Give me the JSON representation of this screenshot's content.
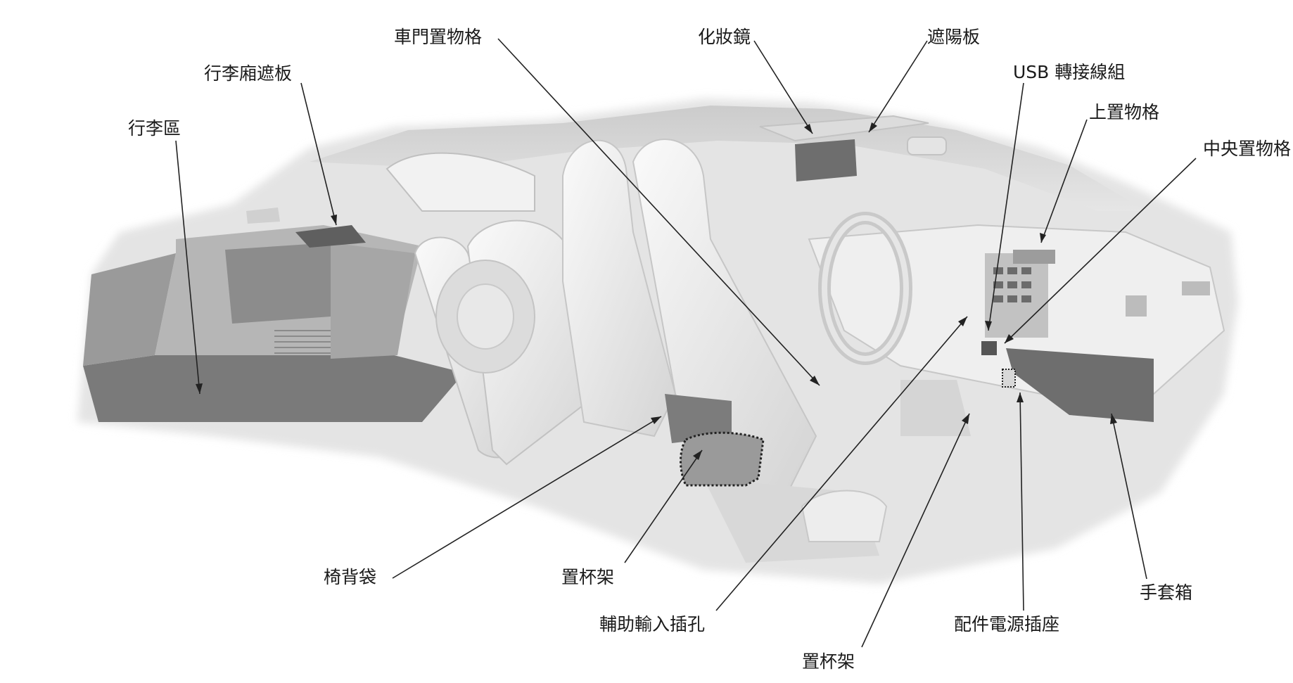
{
  "labels": {
    "door_pocket": "車門置物格",
    "vanity_mirror": "化妝鏡",
    "sun_visor": "遮陽板",
    "usb_adapter": "USB 轉接線組",
    "upper_compartment": "上置物格",
    "center_compartment": "中央置物格",
    "cargo_cover": "行李廂遮板",
    "cargo_area": "行李區",
    "seatback_pocket": "椅背袋",
    "cup_holder_rear": "置杯架",
    "aux_input": "輔助輸入插孔",
    "cup_holder_front": "置杯架",
    "accessory_power": "配件電源插座",
    "glove_box": "手套箱"
  },
  "colors": {
    "background": "#ffffff",
    "interior_light": "#ececec",
    "interior_mid": "#c8c8c8",
    "interior_dark": "#6e6e6e",
    "line": "#222222",
    "text": "#1a1a1a"
  }
}
